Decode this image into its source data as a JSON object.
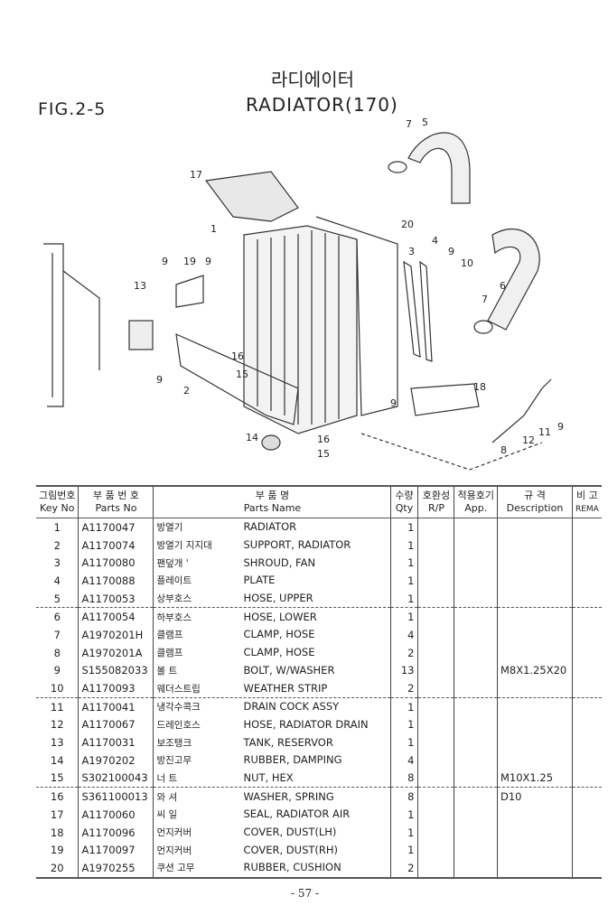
{
  "header": {
    "fig": "FIG.2-5",
    "title_ko": "라디에이터",
    "title_en": "RADIATOR(170)"
  },
  "diagram": {
    "callouts": [
      "17",
      "7",
      "5",
      "20",
      "3",
      "4",
      "9",
      "10",
      "1",
      "6",
      "7",
      "9",
      "19",
      "9",
      "13",
      "9",
      "16",
      "15",
      "2",
      "14",
      "16",
      "15",
      "18",
      "9",
      "12",
      "11",
      "9",
      "8"
    ]
  },
  "table": {
    "headers": {
      "key_ko": "그림번호",
      "key_en": "Key No",
      "pn_ko": "부 품 번 호",
      "pn_en": "Parts No",
      "name_ko": "부  품  명",
      "name_en": "Parts Name",
      "qty_ko": "수량",
      "qty_en": "Qty",
      "rp_ko": "호환성",
      "rp_en": "R/P",
      "app_ko": "적용호기",
      "app_en": "App.",
      "desc_ko": "규  격",
      "desc_en": "Description",
      "rema_ko": "비 고",
      "rema_en": "REMA"
    },
    "rows": [
      {
        "key": "1",
        "pn": "A1170047",
        "ko": "방열기",
        "name": "RADIATOR",
        "qty": "1",
        "desc": ""
      },
      {
        "key": "2",
        "pn": "A1170074",
        "ko": "방열기 지지대",
        "name": "SUPPORT, RADIATOR",
        "qty": "1",
        "desc": ""
      },
      {
        "key": "3",
        "pn": "A1170080",
        "ko": "팬덮개 '",
        "name": "SHROUD, FAN",
        "qty": "1",
        "desc": ""
      },
      {
        "key": "4",
        "pn": "A1170088",
        "ko": "플레이트",
        "name": "PLATE",
        "qty": "1",
        "desc": ""
      },
      {
        "key": "5",
        "pn": "A1170053",
        "ko": "상부호스",
        "name": "HOSE, UPPER",
        "qty": "1",
        "desc": ""
      },
      {
        "key": "6",
        "pn": "A1170054",
        "ko": "하부호스",
        "name": "HOSE, LOWER",
        "qty": "1",
        "desc": ""
      },
      {
        "key": "7",
        "pn": "A1970201H",
        "ko": "클램프",
        "name": "CLAMP, HOSE",
        "qty": "4",
        "desc": ""
      },
      {
        "key": "8",
        "pn": "A1970201A",
        "ko": "클램프",
        "name": "CLAMP, HOSE",
        "qty": "2",
        "desc": ""
      },
      {
        "key": "9",
        "pn": "S155082033",
        "ko": "볼 트",
        "name": "BOLT, W/WASHER",
        "qty": "13",
        "desc": "M8X1.25X20"
      },
      {
        "key": "10",
        "pn": "A1170093",
        "ko": "웨더스트립",
        "name": "WEATHER STRIP",
        "qty": "2",
        "desc": ""
      },
      {
        "key": "11",
        "pn": "A1170041",
        "ko": "냉각수콕크",
        "name": "DRAIN COCK ASSY",
        "qty": "1",
        "desc": ""
      },
      {
        "key": "12",
        "pn": "A1170067",
        "ko": "드레인호스",
        "name": "HOSE, RADIATOR DRAIN",
        "qty": "1",
        "desc": ""
      },
      {
        "key": "13",
        "pn": "A1170031",
        "ko": "보조탱크",
        "name": "TANK, RESERVOR",
        "qty": "1",
        "desc": ""
      },
      {
        "key": "14",
        "pn": "A1970202",
        "ko": "방진고무",
        "name": "RUBBER, DAMPING",
        "qty": "4",
        "desc": ""
      },
      {
        "key": "15",
        "pn": "S302100043",
        "ko": "너 트",
        "name": "NUT, HEX",
        "qty": "8",
        "desc": "M10X1.25"
      },
      {
        "key": "16",
        "pn": "S361100013",
        "ko": "와 셔",
        "name": "WASHER, SPRING",
        "qty": "8",
        "desc": "D10"
      },
      {
        "key": "17",
        "pn": "A1170060",
        "ko": "씨 일",
        "name": "SEAL, RADIATOR AIR",
        "qty": "1",
        "desc": ""
      },
      {
        "key": "18",
        "pn": "A1170096",
        "ko": "먼지커버",
        "name": "COVER, DUST(LH)",
        "qty": "1",
        "desc": ""
      },
      {
        "key": "19",
        "pn": "A1170097",
        "ko": "먼지커버",
        "name": "COVER, DUST(RH)",
        "qty": "1",
        "desc": ""
      },
      {
        "key": "20",
        "pn": "A1970255",
        "ko": "쿠션 고무",
        "name": "RUBBER, CUSHION",
        "qty": "2",
        "desc": ""
      }
    ]
  },
  "footer": {
    "page": "- 57 -"
  }
}
